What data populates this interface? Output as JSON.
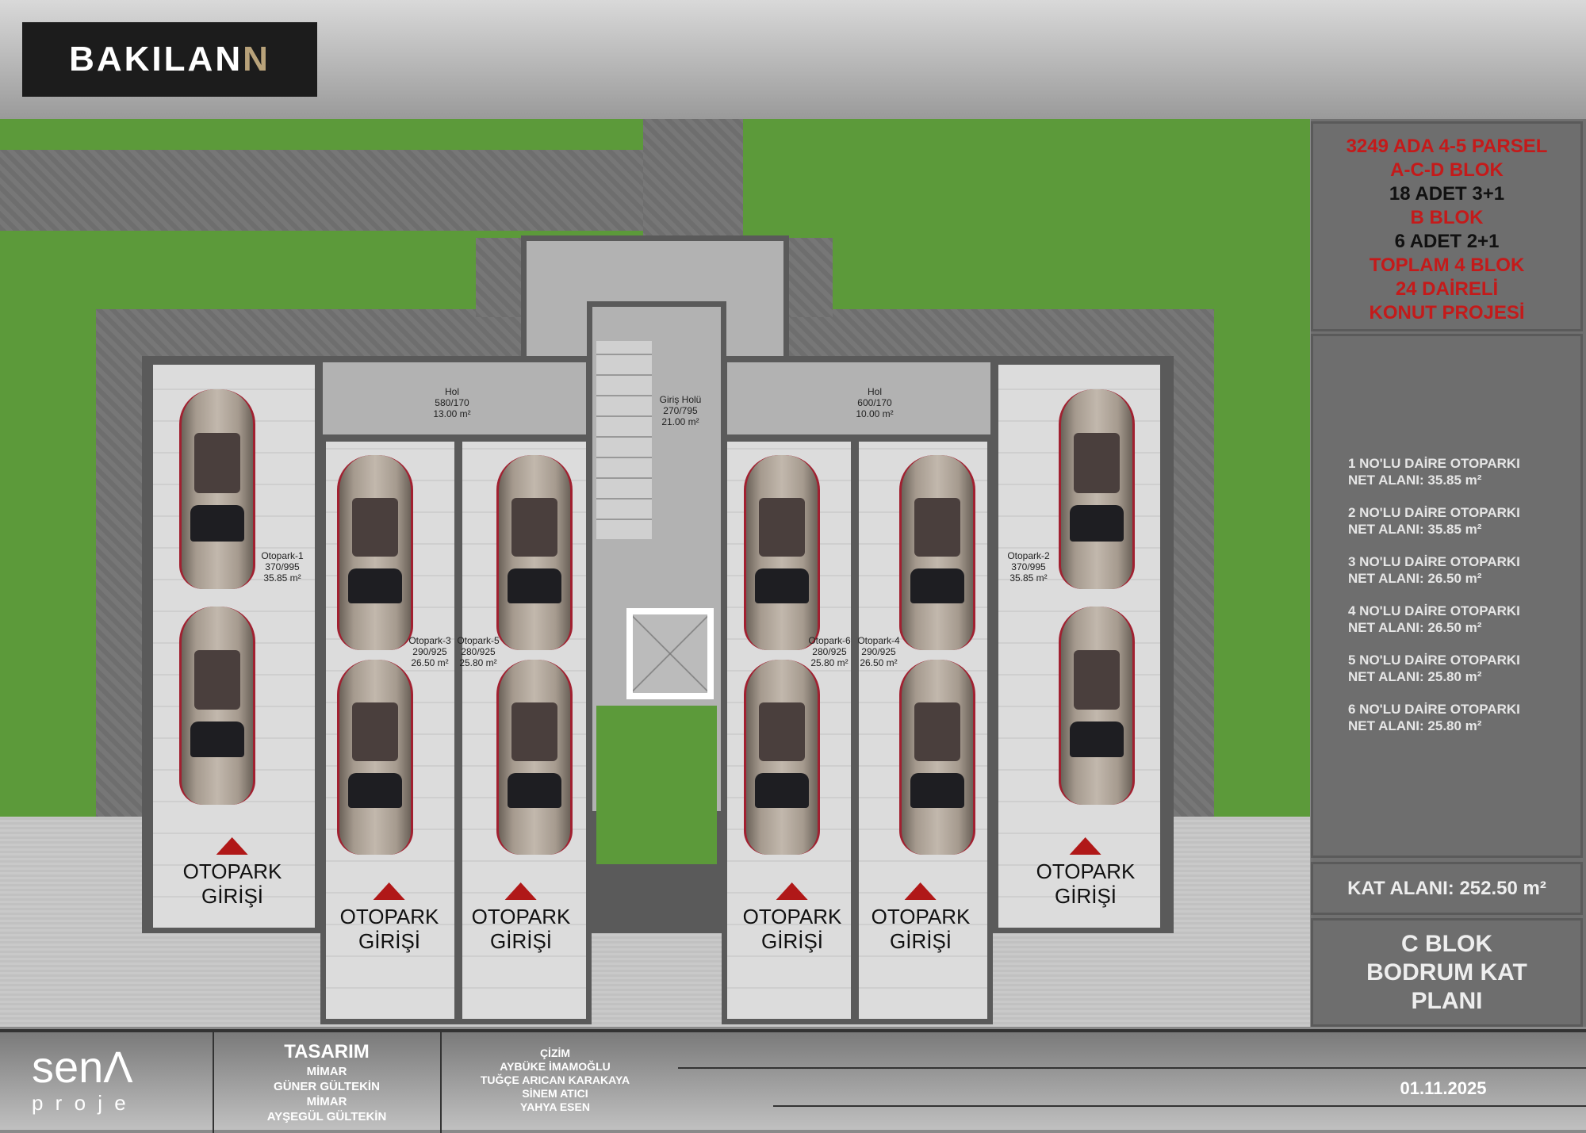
{
  "header": {
    "logo_text": "BAKILAN",
    "logo_suffix": "N"
  },
  "plan": {
    "rooms": [
      {
        "name": "Hol",
        "dims": "580/170",
        "area": "13.00 m²"
      },
      {
        "name": "Giriş Holü",
        "dims": "270/795",
        "area": "21.00 m²"
      },
      {
        "name": "Hol",
        "dims": "600/170",
        "area": "10.00 m²"
      },
      {
        "name": "Otopark-1",
        "dims": "370/995",
        "area": "35.85 m²"
      },
      {
        "name": "Otopark-3",
        "dims": "290/925",
        "area": "26.50 m²"
      },
      {
        "name": "Otopark-5",
        "dims": "280/925",
        "area": "25.80 m²"
      },
      {
        "name": "Otopark-6",
        "dims": "280/925",
        "area": "25.80 m²"
      },
      {
        "name": "Otopark-4",
        "dims": "290/925",
        "area": "26.50 m²"
      },
      {
        "name": "Otopark-2",
        "dims": "370/995",
        "area": "35.85 m²"
      }
    ],
    "entrances": [
      {
        "l1": "OTOPARK",
        "l2": "GİRİŞİ"
      },
      {
        "l1": "OTOPARK",
        "l2": "GİRİŞİ"
      },
      {
        "l1": "OTOPARK",
        "l2": "GİRİŞİ"
      },
      {
        "l1": "OTOPARK",
        "l2": "GİRİŞİ"
      },
      {
        "l1": "OTOPARK",
        "l2": "GİRİŞİ"
      },
      {
        "l1": "OTOPARK",
        "l2": "GİRİŞİ"
      }
    ]
  },
  "panel": {
    "info": [
      "3249 ADA 4-5 PARSEL",
      "A-C-D BLOK",
      "18 ADET 3+1",
      "B BLOK",
      "6 ADET 2+1",
      "TOPLAM 4 BLOK",
      "24 DAİRELİ",
      "KONUT PROJESİ"
    ],
    "list": [
      {
        "l1": "1 NO'LU DAİRE OTOPARKI",
        "l2": "NET ALANI: 35.85 m²"
      },
      {
        "l1": "2 NO'LU DAİRE OTOPARKI",
        "l2": "NET ALANI: 35.85 m²"
      },
      {
        "l1": "3 NO'LU DAİRE OTOPARKI",
        "l2": "NET ALANI: 26.50 m²"
      },
      {
        "l1": "4 NO'LU DAİRE OTOPARKI",
        "l2": "NET ALANI: 26.50 m²"
      },
      {
        "l1": "5 NO'LU DAİRE OTOPARKI",
        "l2": "NET ALANI: 25.80 m²"
      },
      {
        "l1": "6 NO'LU DAİRE OTOPARKI",
        "l2": "NET ALANI: 25.80 m²"
      }
    ],
    "kat_alani": "KAT ALANI: 252.50 m²",
    "title": [
      "C BLOK",
      "BODRUM KAT",
      "PLANI"
    ]
  },
  "footer": {
    "logo_main": "senΛ",
    "logo_sub": "p r o j e",
    "design_title": "TASARIM",
    "design": [
      "MİMAR",
      "GÜNER GÜLTEKİN",
      "MİMAR",
      "AYŞEGÜL GÜLTEKİN"
    ],
    "drawing_title": "ÇİZİM",
    "drawing": [
      "AYBÜKE İMAMOĞLU",
      "TUĞÇE ARICAN KARAKAYA",
      "SİNEM ATICI",
      "YAHYA ESEN"
    ],
    "date": "01.11.2025"
  }
}
